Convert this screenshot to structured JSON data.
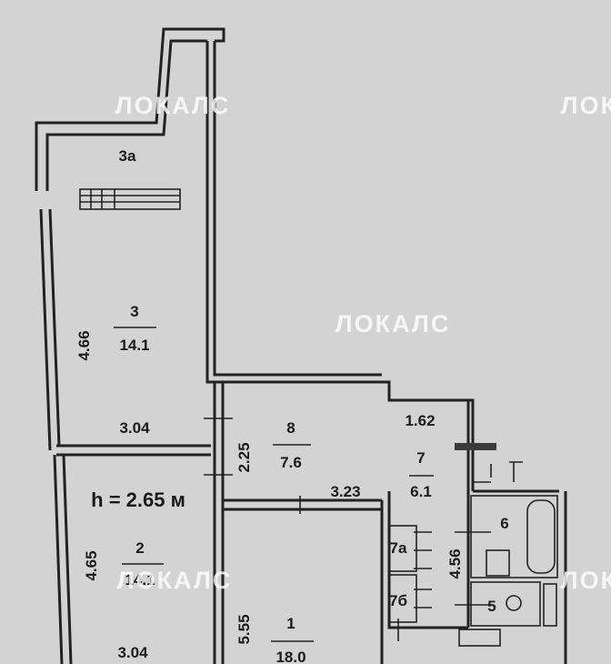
{
  "watermark": "ЛОКАЛС",
  "ceiling_height": "h = 2.65 м",
  "rooms": [
    {
      "id": "3а"
    },
    {
      "id": "3",
      "area": "14.1",
      "width": "3.04",
      "length": "4.66"
    },
    {
      "id": "8",
      "area": "7.6",
      "width": "3.23",
      "length": "2.25"
    },
    {
      "id": "7",
      "area": "6.1",
      "width": "1.62",
      "length": "4.56"
    },
    {
      "id": "7а"
    },
    {
      "id": "7б"
    },
    {
      "id": "6"
    },
    {
      "id": "5"
    },
    {
      "id": "2",
      "area": "14.1",
      "width": "3.04",
      "length": "4.65"
    },
    {
      "id": "1",
      "area": "18.0",
      "length": "5.55"
    }
  ],
  "colors": {
    "background": "#d3d3d3",
    "walls": "#222222",
    "watermark": "#ffffff"
  }
}
